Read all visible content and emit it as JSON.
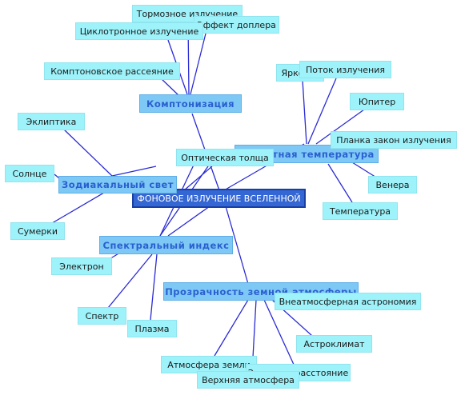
{
  "colors": {
    "line": "#2b2bd6",
    "leaf": "#9ef3fb",
    "hub": "#7ec8f5",
    "hub_text": "#2a5fd0",
    "center": "#3467d4"
  },
  "center": "ФОНОВОЕ ИЗЛУЧЕНИЕ ВСЕЛЕННОЙ",
  "hubs": {
    "comptonization": "Комптонизация",
    "brightness_temp": "Яркостная температура",
    "zodiacal_light": "Зодиакальный свет",
    "spectral_index": "Спектральный индекс",
    "atmosphere_transparency": "Прозрачность земной атмосферы"
  },
  "leaves": {
    "bremsstrahlung": "Тормозное излучение",
    "doppler": "Эффект доплера",
    "cyclotron": "Циклотронное излучение",
    "compton_scatter": "Комптоновское рассеяние",
    "brightness": "Яркость",
    "flux": "Поток излучения",
    "jupiter": "Юпитер",
    "planck": "Планка закон излучения",
    "ecliptic": "Эклиптика",
    "optical_depth": "Оптическая толща",
    "sun": "Солнце",
    "venus": "Венера",
    "temperature": "Температура",
    "twilight": "Сумерки",
    "electron": "Электрон",
    "extra_atm": "Внеатмосферная астрономия",
    "spectrum": "Спектр",
    "plasma": "Плазма",
    "astroclimate": "Астроклимат",
    "earth_atm": "Атмосфера земли",
    "zenith": "Зенитное расстояние",
    "upper_atm": "Верхняя атмосфера"
  }
}
